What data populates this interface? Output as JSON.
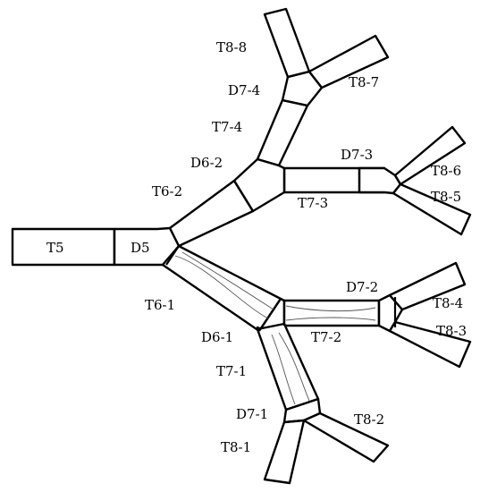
{
  "diagram": {
    "labels": {
      "T5": "T5",
      "D5": "D5",
      "T6_2": "T6-2",
      "D6_2": "D6-2",
      "T7_4": "T7-4",
      "D7_4": "D7-4",
      "T8_8": "T8-8",
      "T8_7": "T8-7",
      "D7_3": "D7-3",
      "T7_3": "T7-3",
      "T8_6": "T8-6",
      "T8_5": "T8-5",
      "T6_1": "T6-1",
      "D6_1": "D6-1",
      "D7_2": "D7-2",
      "T7_2": "T7-2",
      "T8_4": "T8-4",
      "T8_3": "T8-3",
      "T7_1": "T7-1",
      "D7_1": "D7-1",
      "T8_2": "T8-2",
      "T8_1": "T8-1"
    }
  }
}
